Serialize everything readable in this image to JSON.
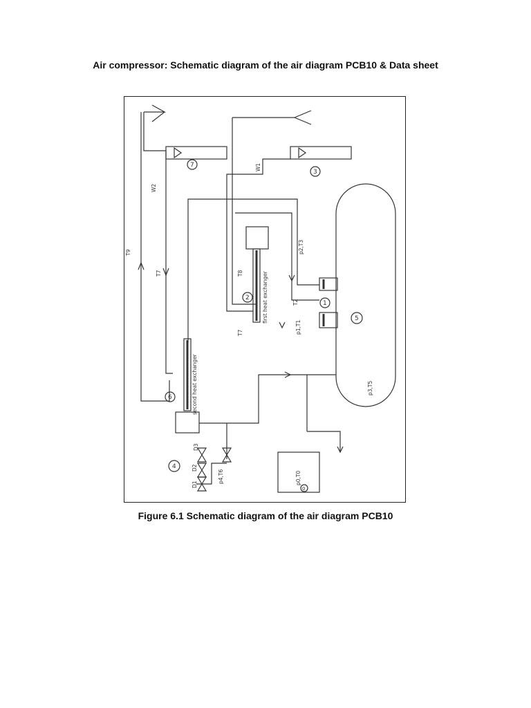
{
  "header": {
    "title": "Air compressor: Schematic diagram of the air diagram PCB10 & Data sheet"
  },
  "figure": {
    "caption": "Figure 6.1 Schematic diagram of the air diagram PCB10",
    "labels": {
      "first_hx": "first heat exchanger",
      "second_hx": "second heat exchanger",
      "w1": "W1",
      "w2": "W2",
      "t1": "p1,T1",
      "t2": "T2",
      "t3": "p2,T3",
      "t5": "p3,T5",
      "t6": "p4,T6",
      "t7a": "T7",
      "t7b": "T7",
      "t8": "T8",
      "t9": "T9",
      "t0": "p0,T0",
      "d1": "D1",
      "d2": "D2",
      "d3": "D3"
    },
    "numbers": {
      "n1": "1",
      "n2": "2",
      "n3": "3",
      "n4": "4",
      "n5": "5",
      "n6": "6",
      "n7": "7",
      "n0": "0"
    }
  }
}
